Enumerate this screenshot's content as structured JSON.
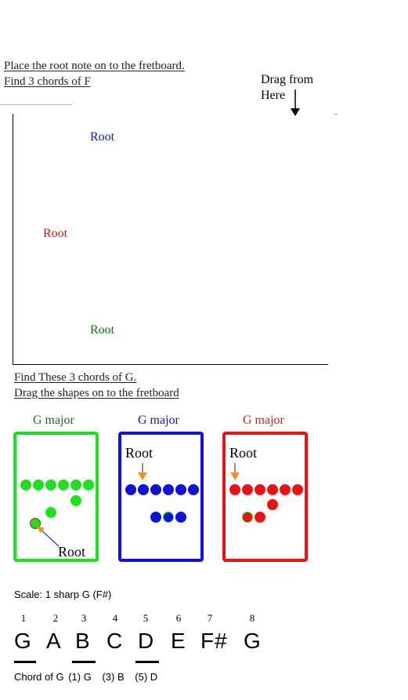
{
  "instructions": {
    "line1": "Place the root note on to the fretboard.",
    "line2": "Find 3 chords of F"
  },
  "drag": {
    "line1": "Drag from",
    "line2": "Here"
  },
  "fretboard": {
    "root_blue": "Root",
    "root_red": "Root",
    "root_green": "Root"
  },
  "g_instructions": {
    "line1": "Find These 3 chords of G.",
    "line2": "Drag the shapes on to the fretboard"
  },
  "shapes": [
    {
      "title": "G major",
      "color": "#1fe01f",
      "root_label": "Root"
    },
    {
      "title": "G major",
      "color": "#1010e0",
      "root_label": "Root"
    },
    {
      "title": "G major",
      "color": "#ee1111",
      "root_label": "Root"
    }
  ],
  "scale": {
    "label": "Scale: 1 sharp G (F#)",
    "degrees": [
      "1",
      "2",
      "3",
      "4",
      "5",
      "6",
      "7",
      "8"
    ],
    "notes": [
      "G",
      "A",
      "B",
      "C",
      "D",
      "E",
      "F#",
      "G"
    ]
  },
  "chord": {
    "label": "Chord of G",
    "p1": "(1) G",
    "p2": "(3) B",
    "p3": "(5) D"
  },
  "colors": {
    "green": "#1fe01f",
    "blue": "#1010e0",
    "red": "#ee1111",
    "orange_arrow": "#f0901e",
    "text_green": "#0a7a0a",
    "text_blue": "#1414c8",
    "text_red": "#e01414"
  }
}
